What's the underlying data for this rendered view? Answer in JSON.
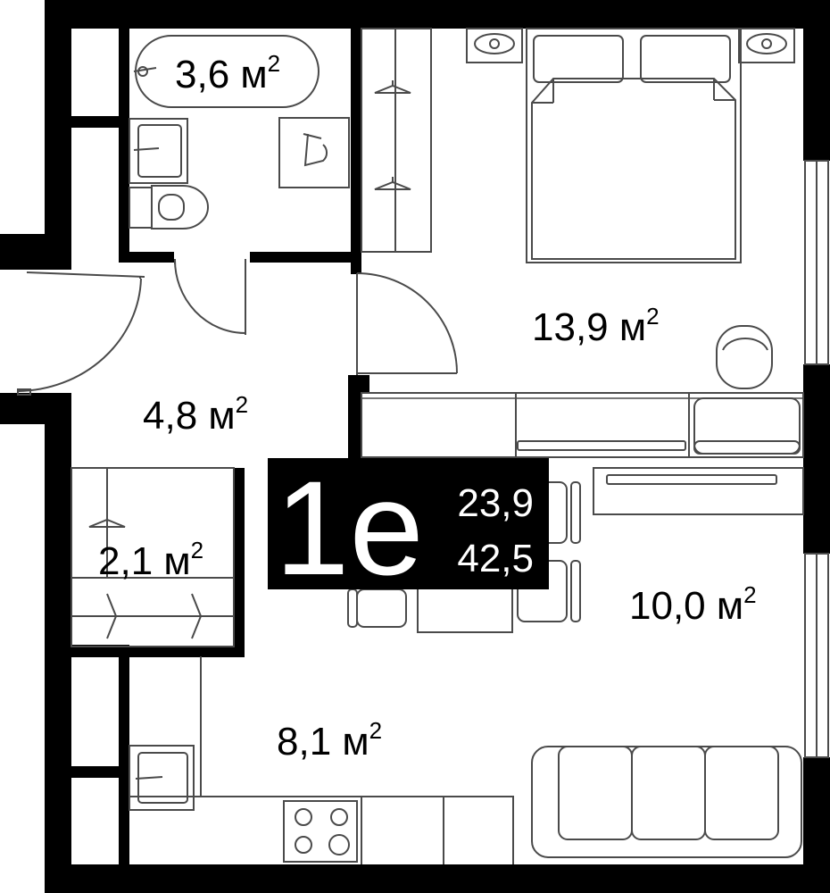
{
  "plan": {
    "rooms": [
      {
        "id": "bath",
        "area": "3,6",
        "unit": "м",
        "power": "2"
      },
      {
        "id": "bedroom",
        "area": "13,9",
        "unit": "м",
        "power": "2"
      },
      {
        "id": "hall",
        "area": "4,8",
        "unit": "м",
        "power": "2"
      },
      {
        "id": "closet",
        "area": "2,1",
        "unit": "м",
        "power": "2"
      },
      {
        "id": "living",
        "area": "10,0",
        "unit": "м",
        "power": "2"
      },
      {
        "id": "kitchen",
        "area": "8,1",
        "unit": "м",
        "power": "2"
      }
    ],
    "badge": {
      "code": "1е",
      "living_area": "23,9",
      "total_area": "42,5"
    }
  }
}
